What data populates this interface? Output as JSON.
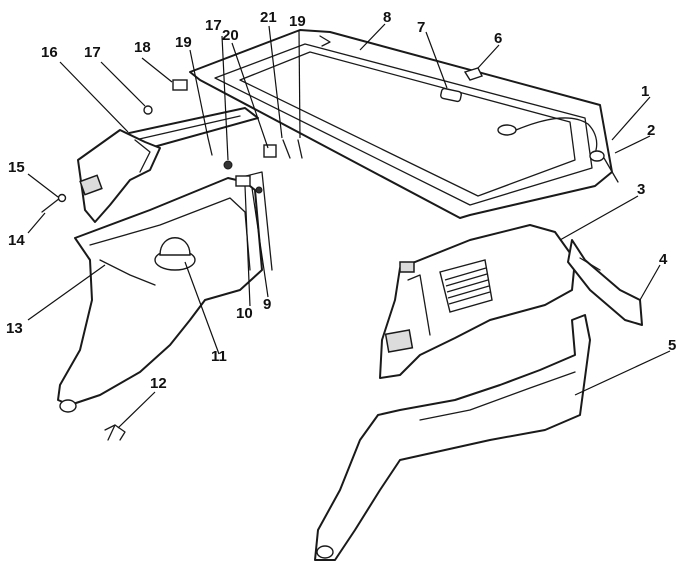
{
  "figure": {
    "callouts": [
      {
        "id": "c1",
        "label": "1"
      },
      {
        "id": "c2",
        "label": "2"
      },
      {
        "id": "c3",
        "label": "3"
      },
      {
        "id": "c4",
        "label": "4"
      },
      {
        "id": "c5",
        "label": "5"
      },
      {
        "id": "c6",
        "label": "6"
      },
      {
        "id": "c7",
        "label": "7"
      },
      {
        "id": "c8",
        "label": "8"
      },
      {
        "id": "c9",
        "label": "9"
      },
      {
        "id": "c10",
        "label": "10"
      },
      {
        "id": "c11",
        "label": "11"
      },
      {
        "id": "c12",
        "label": "12"
      },
      {
        "id": "c13",
        "label": "13"
      },
      {
        "id": "c14",
        "label": "14"
      },
      {
        "id": "c15",
        "label": "15"
      },
      {
        "id": "c16",
        "label": "16"
      },
      {
        "id": "c17a",
        "label": "17"
      },
      {
        "id": "c17b",
        "label": "17"
      },
      {
        "id": "c18",
        "label": "18"
      },
      {
        "id": "c19a",
        "label": "19"
      },
      {
        "id": "c19b",
        "label": "19"
      },
      {
        "id": "c20",
        "label": "20"
      },
      {
        "id": "c21",
        "label": "21"
      }
    ]
  }
}
